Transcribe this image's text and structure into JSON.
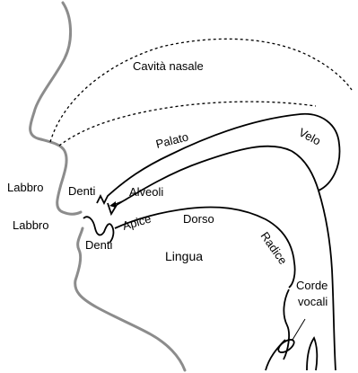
{
  "labels": {
    "nasal_cavity": "Cavità nasale",
    "palate": "Palato",
    "velum": "Velo",
    "upper_lip": "Labbro",
    "upper_teeth": "Denti",
    "alveoli": "Alveoli",
    "lower_lip": "Labbro",
    "lower_teeth": "Denti",
    "apex": "Apice",
    "dorsum": "Dorso",
    "tongue": "Lingua",
    "root": "Radice",
    "vocal_cords_line1": "Corde",
    "vocal_cords_line2": "vocali"
  },
  "colors": {
    "profile_outline": "#8c8c8c",
    "anatomy_line": "#000000",
    "text": "#000000"
  }
}
